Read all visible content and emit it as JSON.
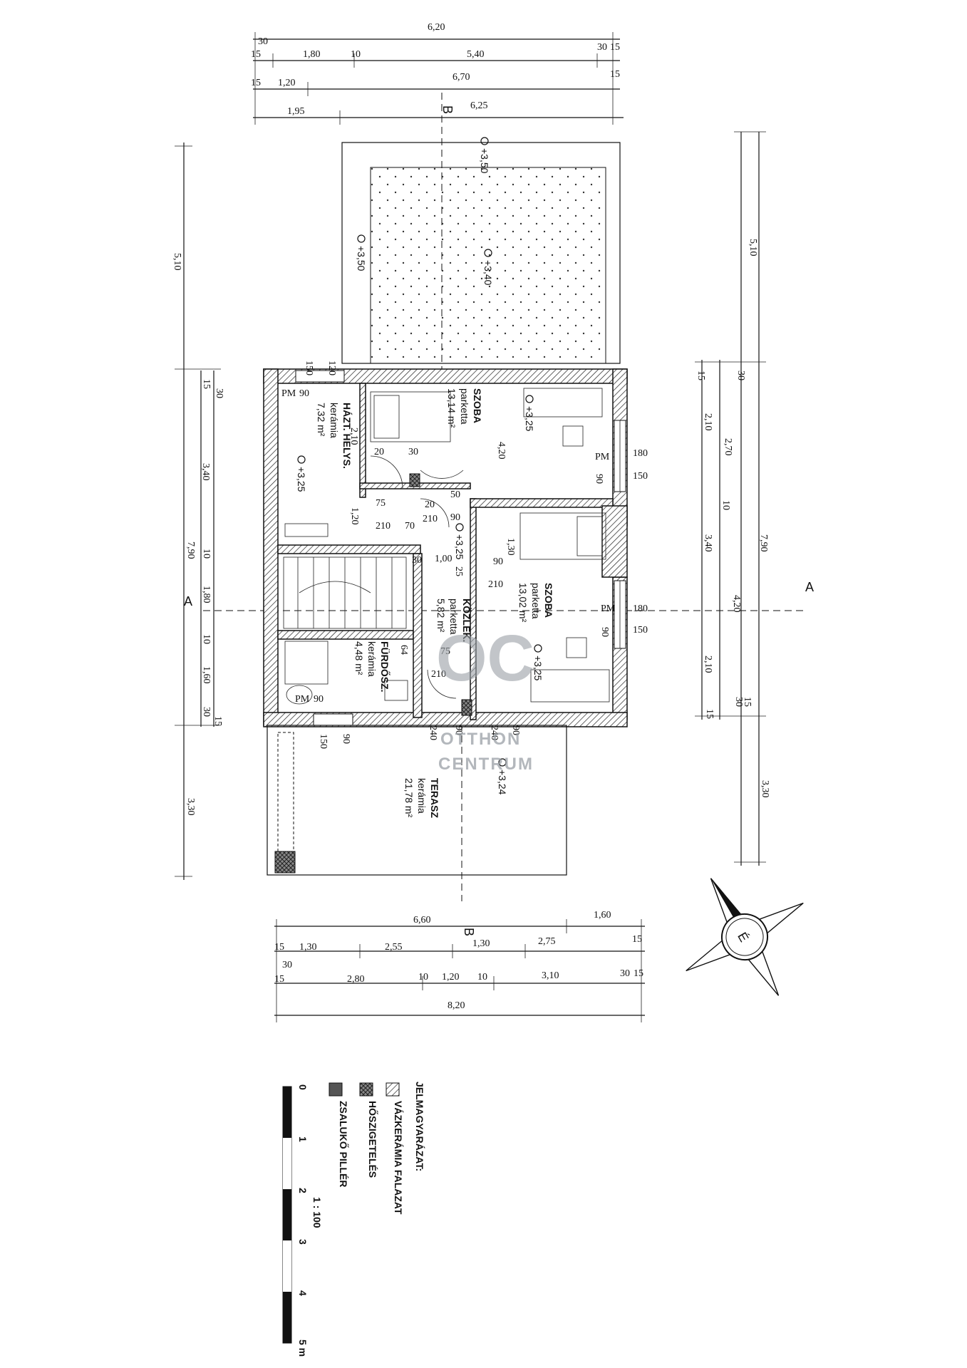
{
  "top_dims": {
    "row0": "6,20",
    "row1": [
      "30",
      "15",
      "1,80",
      "10",
      "5,40",
      "30",
      "15"
    ],
    "row2": [
      "15",
      "1,20",
      "6,70",
      "15"
    ],
    "row3": [
      "1,95",
      "6,25"
    ]
  },
  "bottom_dims": {
    "row1": [
      "6,60",
      "1,60"
    ],
    "row2": [
      "15",
      "1,30",
      "2,55",
      "1,30",
      "2,75",
      "15"
    ],
    "row3": [
      "15",
      "30",
      "2,80",
      "10",
      "1,20",
      "10",
      "3,10",
      "30",
      "15"
    ],
    "row4": "8,20"
  },
  "left_dims": [
    "5,10",
    "30",
    "15",
    "3,40",
    "7,90",
    "10",
    "1,80",
    "10",
    "1,60",
    "30",
    "15",
    "3,30"
  ],
  "right_dims": [
    "5,10",
    "15",
    "30",
    "2,10",
    "2,70",
    "10",
    "3,40",
    "7,90",
    "4,20",
    "2,10",
    "30",
    "15",
    "15",
    "3,30"
  ],
  "inner_dims": [
    "150",
    "120",
    "PM",
    "90",
    "2,10",
    "20",
    "30",
    "75",
    "210",
    "50",
    "20",
    "90",
    "210",
    "70",
    "1,20",
    "1,00",
    "30",
    "25",
    "90",
    "1,30",
    "210",
    "4,20",
    "180",
    "150",
    "PM",
    "90",
    "180",
    "150",
    "PM",
    "90",
    "64",
    "75",
    "210",
    "PM",
    "90",
    "150",
    "90",
    "240",
    "90",
    "240",
    "90"
  ],
  "sections": {
    "a": "A",
    "b": "B"
  },
  "levels": [
    "+3,50",
    "+3,50",
    "+3,40",
    "+3,25",
    "+3,25",
    "+3,25",
    "+3,25",
    "+3,24"
  ],
  "rooms": [
    {
      "name": "SZOBA",
      "floor": "parketta",
      "area": "13,14 m²"
    },
    {
      "name": "HÁZT. HELYS.",
      "floor": "kerámia",
      "area": "7,32 m²"
    },
    {
      "name": "SZOBA",
      "floor": "parketta",
      "area": "13,02 m²"
    },
    {
      "name": "KÖZLEK.",
      "floor": "parketta",
      "area": "5,82 m²"
    },
    {
      "name": "FÜRDŐSZ.",
      "floor": "kerámia",
      "area": "4,48 m²"
    },
    {
      "name": "TERASZ",
      "floor": "kerámia",
      "area": "21,78 m²"
    }
  ],
  "compass_letter": "É",
  "watermark": {
    "line1": "OTTHON",
    "line2": "CENTRUM",
    "logo": "OC"
  },
  "legend": {
    "title": "JELMAGYARÁZAT:",
    "items": [
      "VÁZKERÁMIA FALAZAT",
      "HŐSZIGETELÉS",
      "ZSALUKŐ PILLÉR"
    ]
  },
  "scale": {
    "ticks": [
      "0",
      "1",
      "2",
      "3",
      "4",
      "5 m"
    ],
    "ratio": "1 : 100"
  }
}
